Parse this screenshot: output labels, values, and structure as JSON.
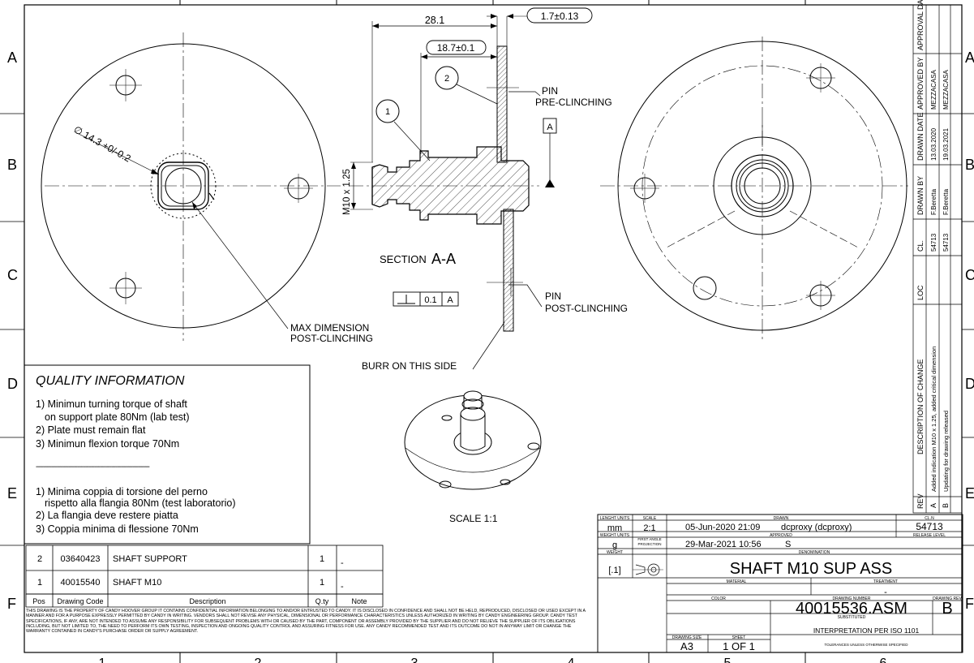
{
  "frame": {
    "rows": [
      "A",
      "B",
      "C",
      "D",
      "E",
      "F"
    ],
    "cols": [
      "1",
      "2",
      "3",
      "4",
      "5",
      "6"
    ]
  },
  "section": {
    "title_prefix": "SECTION",
    "title_letter": "A-A",
    "dim_overall": "28.1",
    "dim_shoulder": "18.7±0.1",
    "dim_plate": "1.7±0.13",
    "thread": "M10 x 1.25",
    "datum": "A",
    "flatness_tol": "0.1",
    "flatness_datum": "A",
    "balloons": [
      "1",
      "2"
    ]
  },
  "left_view": {
    "diameter": "∅ 14.3 +0/-0.2",
    "note_line1": "MAX DIMENSION",
    "note_line2": "POST-CLINCHING"
  },
  "notes": {
    "pin_pre_1": "PIN",
    "pin_pre_2": "PRE-CLINCHING",
    "pin_post_1": "PIN",
    "pin_post_2": "POST-CLINCHING",
    "burr": "BURR ON THIS SIDE",
    "scale": "SCALE  1:1"
  },
  "quality": {
    "title": "QUALITY INFORMATION",
    "en": [
      "1) Minimun turning torque of shaft",
      "on support plate 80Nm (lab test)",
      "2) Plate must remain flat",
      "3) Minimun flexion torque 70Nm"
    ],
    "separator": "------------------------------------------------------------",
    "it": [
      "1) Minima coppia di torsione del perno",
      "rispetto alla flangia 80Nm (test laboratorio)",
      "2) La flangia deve restere piatta",
      "3) Coppia minima di flessione 70Nm"
    ]
  },
  "bom": {
    "headers": {
      "pos": "Pos",
      "code": "Drawing Code",
      "desc": "Description",
      "qty": "Q.ty",
      "note": "Note"
    },
    "rows": [
      {
        "pos": "2",
        "code": "03640423",
        "desc": "SHAFT SUPPORT",
        "qty": "1",
        "note": "-"
      },
      {
        "pos": "1",
        "code": "40015540",
        "desc": "SHAFT M10",
        "qty": "1",
        "note": "-"
      }
    ]
  },
  "legal": "THIS DRAWING IS THE PROPERTY OF CANDY HOOVER GROUP IT CONTAINS CONFIDENTIAL INFORMATION BELONGING TO AND/OR ENTRUSTED TO CANDY. IT IS DISCLOSED IN CONFIDENCE AND SHALL NOT BE HELD, REPRODUCED, DISCLOSED OR USED EXCEPT IN A MANNER AND FOR A PURPOSE EXPRESSLY PERMITTED BY CANDY IN WRITING. VENDORS SHALL NOT REVISE ANY PHYSICAL, DIMENSIONAL OR PERFORMANCE CHARACTERISTICS UNLESS AUTHORIZED IN WRITING BY CANDY ENGINEERING GROUP. CANDY TEST SPECIFICATIONS, IF ANY, ARE NOT INTENDED TO ASSUME ANY RESPONSIBILITY FOR SUBSEQUENT PROBLEMS WITH OR CAUSED BY THE PART, COMPONENT OR ASSEMBLY PROVIDED BY THE SUPPLIER AND DO NOT RELIEVE THE SUPPLIER OF ITS OBLIGATIONS INCLUDING, BUT NOT LIMITED TO, THE NEED TO PERFORM ITS OWN TESTING, INSPECTION AND ONGOING QUALITY CONTROL AND ASSURING FITNESS FOR USE. ANY CANDY RECOMMENDED TEST AND ITS OUTCOME DO NOT IN ANYWAY LIMIT OR CHANGE THE WARRANTY CONTAINED IN CANDY'S PURCHASE ORDER OR SUPPLY AGREEMENT.",
  "title_block": {
    "length_units_label": "LENGHT UNITS",
    "length_units": "mm",
    "scale_label": "SCALE",
    "scale": "2:1",
    "weight_units_label": "WEIGHT UNITS",
    "weight_units": "g",
    "first_angle_1": "FIRST ANGLE",
    "first_angle_2": "PROJECTION",
    "weight_label": "WEIGHT",
    "weight": "[.1]",
    "drawn_label": "DRAWN",
    "drawn_date": "05-Jun-2020 21:09",
    "drawn_by": "dcproxy (dcproxy)",
    "approved_label": "APPROVED",
    "approved_date": "29-Mar-2021 10:56",
    "approved_s": "S",
    "denomination_label": "DENOMINATION",
    "denomination": "SHAFT M10 SUP ASS",
    "material_label": "MATERIAL",
    "treatment_label": "TREATMENT",
    "treatment": "-",
    "cln_label": "CL.N",
    "cln": "54713",
    "release_label": "RELEASE LEVEL",
    "color_label": "COLOR",
    "drawing_number_label": "DRAWING NUMBER",
    "drawing_number": "40015536.ASM",
    "drawing_rev_label": "DRAWING REV",
    "drawing_rev": "B",
    "substituted_label": "SUBSTITUTED",
    "interpretation": "INTERPRETATION PER ISO 1101",
    "tolerances": "TOLERANCES UNLESS OTHERWISE SPECIFIED",
    "drawing_size_label": "DRAWING SIZE",
    "drawing_size": "A3",
    "sheet_label": "SHEET",
    "sheet": "1 OF 1"
  },
  "revisions": {
    "headers": {
      "rev": "REV",
      "desc": "DESCRIPTION OF CHANGE",
      "loc": "LOC",
      "cl": "CL.",
      "drawn_by": "DRAWN BY",
      "drawn_date": "DRAWN DATE",
      "approved_by": "APPROVED BY",
      "approval_date": "APPROVAL DATE"
    },
    "rows": [
      {
        "rev": "A",
        "desc": "Added indication M10 x 1.25, added critical dimension",
        "cl": "54713",
        "drawn_by": "F.Beretta",
        "drawn_date": "13.03.2020",
        "approved_by": "MEZZACASA"
      },
      {
        "rev": "B",
        "desc": "Updating for drawing released",
        "cl": "54713",
        "drawn_by": "F.Beretta",
        "drawn_date": "19.03.2021",
        "approved_by": "MEZZACASA"
      }
    ]
  }
}
